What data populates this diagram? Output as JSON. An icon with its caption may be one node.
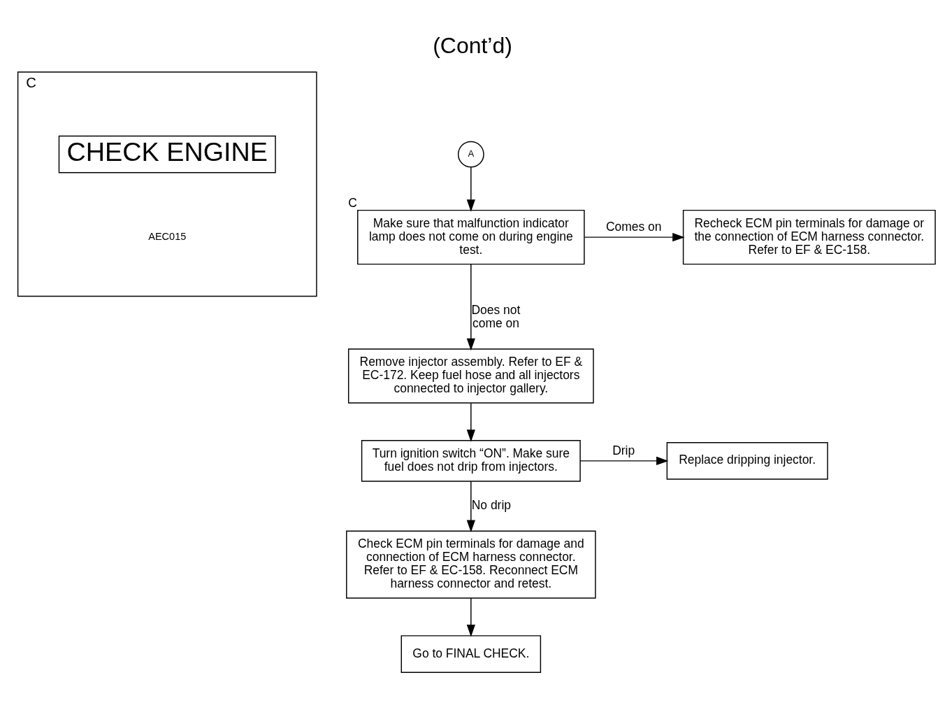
{
  "diagram": {
    "title": "(Cont’d)",
    "nodes": [
      {
        "text": [
          "C",
          "AEC015"
        ]
      },
      {
        "text": [
          "CHECK ENGINE"
        ],
        "in": 0
      },
      {
        "text": [
          "A"
        ]
      },
      {
        "text": [
          "Make sure that malfunction indicator lamp does not come on during engine test."
        ],
        "beside": [
          "C"
        ]
      },
      {
        "text": [
          "Recheck ECM pin terminals for damage or the connection of ECM harness connector. Refer to EF & EC-158."
        ]
      },
      {
        "text": [
          "Remove injector assembly. Refer to EF & EC-172. Keep fuel hose and all injectors connected to injector gallery."
        ]
      },
      {
        "text": [
          "Turn ignition switch “ON”. Make sure fuel does not drip from injectors."
        ]
      },
      {
        "text": [
          "Replace dripping injector."
        ]
      },
      {
        "text": [
          "Check ECM pin terminals for damage and connection of ECM harness connector. Refer to EF & EC-158. Reconnect ECM harness connector and retest."
        ]
      },
      {
        "text": [
          "Go to FINAL CHECK."
        ]
      }
    ],
    "edges": [
      {
        "from": 2,
        "to": 3,
        "arrow": "to"
      },
      {
        "from": 3,
        "to": 4,
        "arrow": "to",
        "label": "Comes on"
      },
      {
        "from": 3,
        "to": 5,
        "arrow": "to",
        "label": "Does not come on"
      },
      {
        "from": 5,
        "to": 6,
        "arrow": "to"
      },
      {
        "from": 6,
        "to": 7,
        "arrow": "to",
        "label": "Drip"
      },
      {
        "from": 6,
        "to": 8,
        "arrow": "to",
        "label": "No drip"
      },
      {
        "from": 8,
        "to": 9,
        "arrow": "to"
      }
    ]
  }
}
